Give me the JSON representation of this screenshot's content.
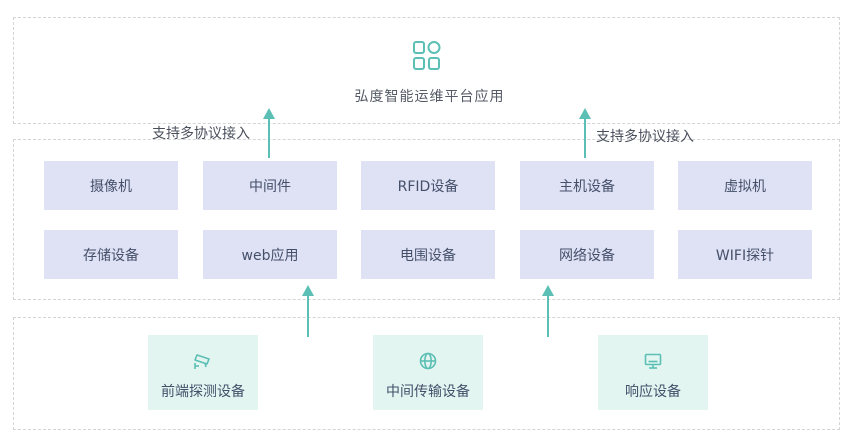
{
  "app": {
    "title": "弘度智能运维平台应用",
    "icon": "grid-apps-icon"
  },
  "protocol_labels": {
    "left": "支持多协议接入",
    "right": "支持多协议接入"
  },
  "devices": {
    "row1": [
      "摄像机",
      "中间件",
      "RFID设备",
      "主机设备",
      "虚拟机"
    ],
    "row2": [
      "存储设备",
      "web应用",
      "电围设备",
      "网络设备",
      "WIFI探针"
    ]
  },
  "sources": [
    {
      "label": "前端探测设备",
      "icon": "cctv-camera-icon"
    },
    {
      "label": "中间传输设备",
      "icon": "globe-icon"
    },
    {
      "label": "响应设备",
      "icon": "monitor-icon"
    }
  ],
  "colors": {
    "accent": "#5bbfb5",
    "device_bg": "#dfe1f5",
    "source_bg": "#e3f5f1"
  }
}
